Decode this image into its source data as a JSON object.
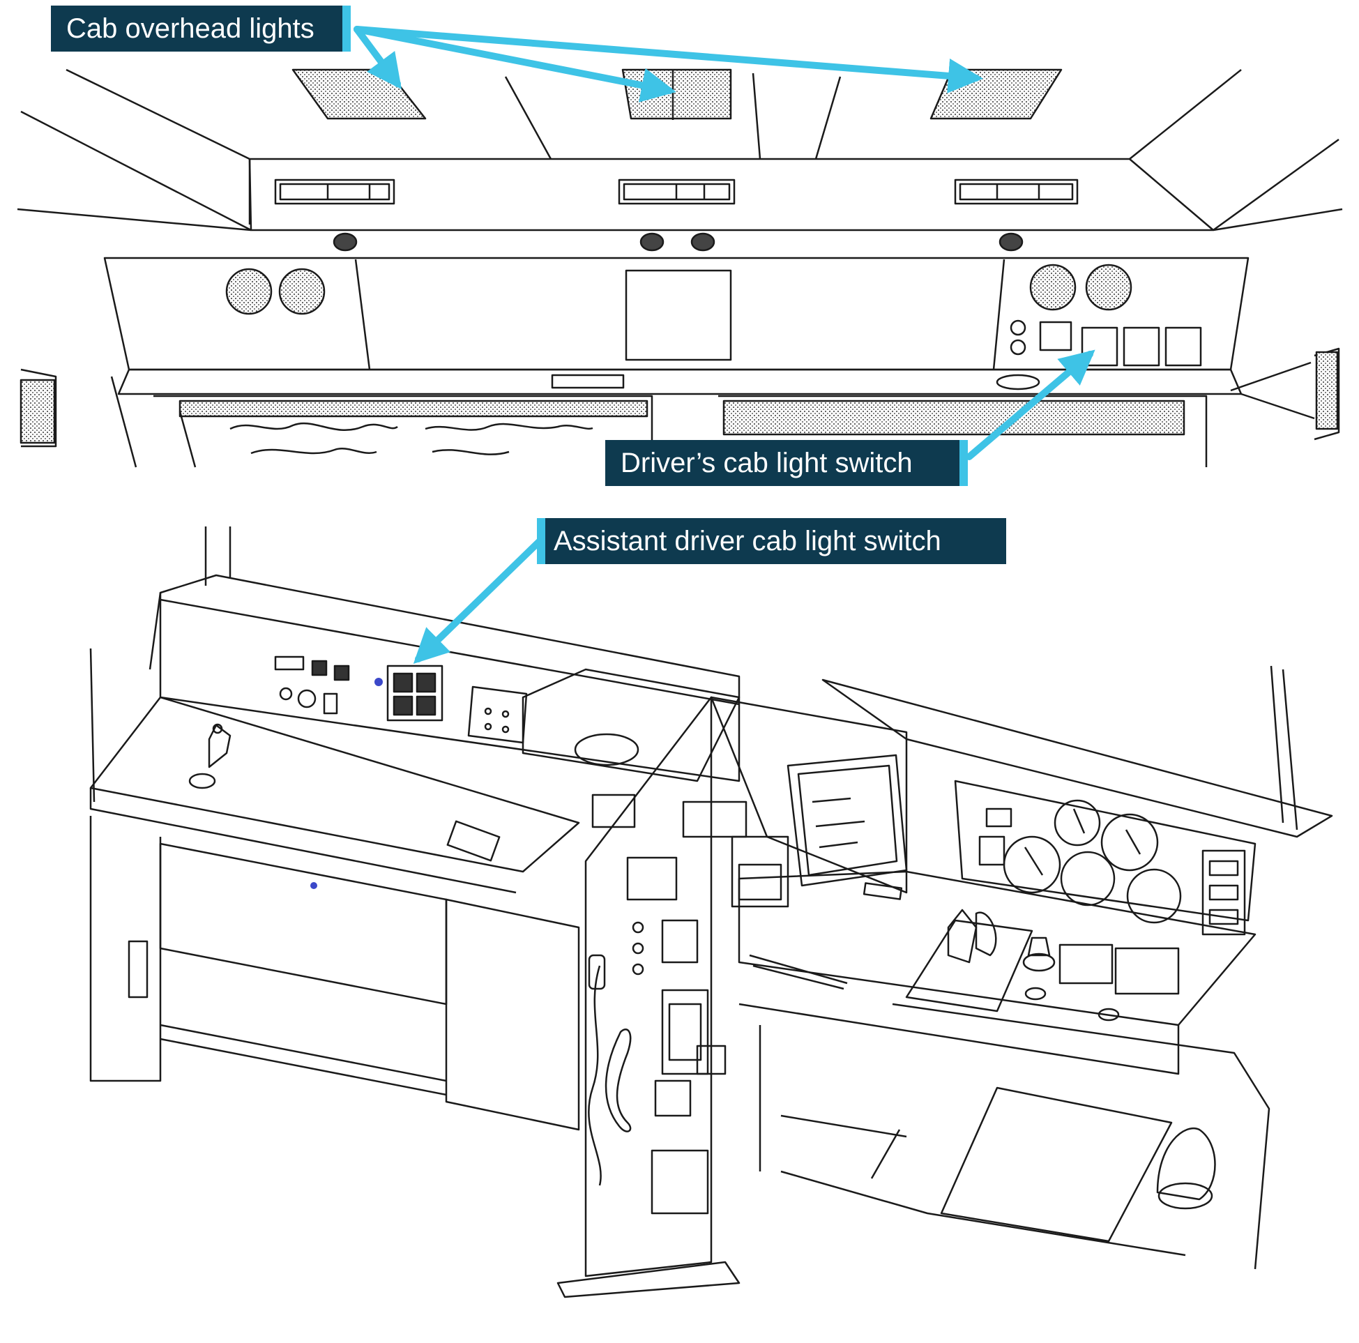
{
  "callouts": {
    "overhead": "Cab overhead lights",
    "driver": "Driver’s cab light switch",
    "assistant": "Assistant driver cab light switch"
  },
  "colors": {
    "label_bg": "#0e3a4f",
    "label_text": "#ffffff",
    "arrow": "#3ec3e6",
    "line_art": "#1a1a1a"
  }
}
